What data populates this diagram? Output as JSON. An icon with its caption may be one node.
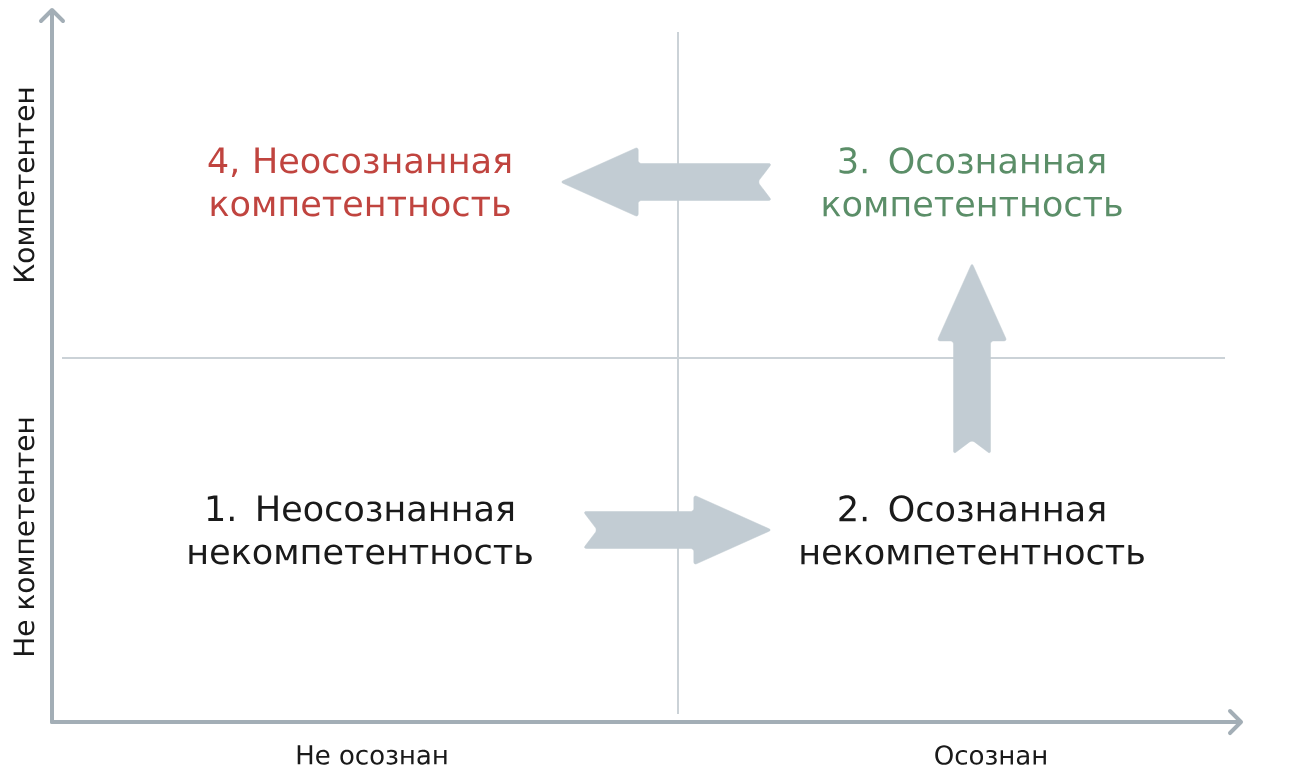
{
  "diagram": {
    "nodes": [
      {
        "text": [
          "4, Неосознанная компетентность"
        ]
      },
      {
        "text": [
          "3. Осознанная компетентность"
        ]
      },
      {
        "text": [
          "1. Неосознанная некомпетентность"
        ]
      },
      {
        "text": [
          "2. Осознанная некомпетентность"
        ]
      }
    ],
    "edges": [
      {
        "from": 2,
        "to": 3,
        "arrow": "to"
      },
      {
        "from": 3,
        "to": 1,
        "arrow": "to"
      },
      {
        "from": 1,
        "to": 0,
        "arrow": "to"
      }
    ],
    "labels": [
      "Компетентен",
      "Не компетентен",
      "Не осознан",
      "Осознан"
    ]
  }
}
